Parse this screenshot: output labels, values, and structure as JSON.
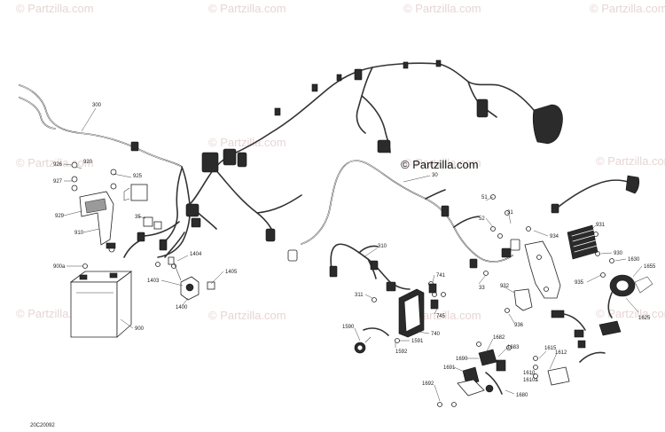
{
  "watermarks": [
    "© Partzilla.com",
    "© Partzilla.com",
    "© Partzilla.com",
    "© Partzilla.com",
    "© Partzilla.com",
    "© Partzilla.com",
    "© Partzilla.com",
    "© Partzilla.com",
    "© Partzilla.com",
    "© Partzilla.com",
    "© Partzilla.com",
    "© Partzilla.com"
  ],
  "copyright": "© Partzilla.com",
  "diagram_code": "20C20092",
  "callouts": [
    "300",
    "30",
    "310",
    "920",
    "926",
    "927",
    "925",
    "929",
    "910",
    "35",
    "900a",
    "900",
    "1404",
    "1403",
    "1405",
    "1400",
    "51",
    "52",
    "31",
    "934",
    "931",
    "930",
    "1630",
    "1655",
    "935",
    "1625",
    "33",
    "932",
    "936",
    "741",
    "745",
    "311",
    "740",
    "1590",
    "1591",
    "1592",
    "1682",
    "1683",
    "1690",
    "1691",
    "1615",
    "1612",
    "1610",
    "1610a",
    "1680",
    "1692"
  ]
}
